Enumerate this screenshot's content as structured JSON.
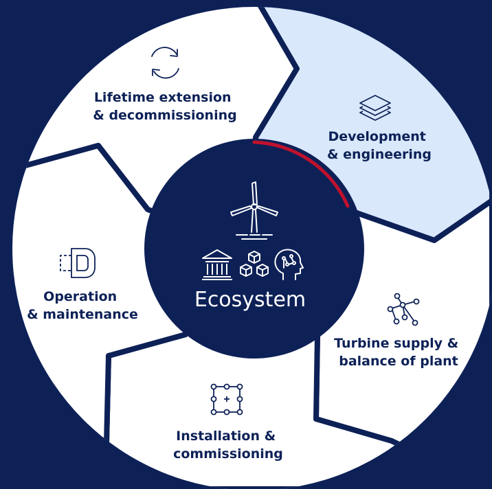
{
  "center": {
    "title": "Ecosystem",
    "icons": [
      "wind-turbine-icon",
      "institution-icon",
      "cubes-icon",
      "ai-head-icon"
    ]
  },
  "segments": [
    {
      "id": "development",
      "lines": [
        "Development",
        "& engineering"
      ],
      "icon": "layers-icon",
      "highlighted": true
    },
    {
      "id": "turbine",
      "lines": [
        "Turbine supply &",
        "balance of plant"
      ],
      "icon": "network-icon",
      "highlighted": false
    },
    {
      "id": "installation",
      "lines": [
        "Installation &",
        "commissioning"
      ],
      "icon": "frame-plus-icon",
      "highlighted": false
    },
    {
      "id": "operation",
      "lines": [
        "Operation",
        "& maintenance"
      ],
      "icon": "d-bracket-icon",
      "highlighted": false
    },
    {
      "id": "lifetime",
      "lines": [
        "Lifetime extension",
        "& decommissioning"
      ],
      "icon": "refresh-icon",
      "highlighted": false
    }
  ],
  "colors": {
    "background": "#0d2157",
    "segment": "#ffffff",
    "highlight": "#d9e8fb",
    "accent": "#c0112d",
    "text": "#0d2157"
  }
}
